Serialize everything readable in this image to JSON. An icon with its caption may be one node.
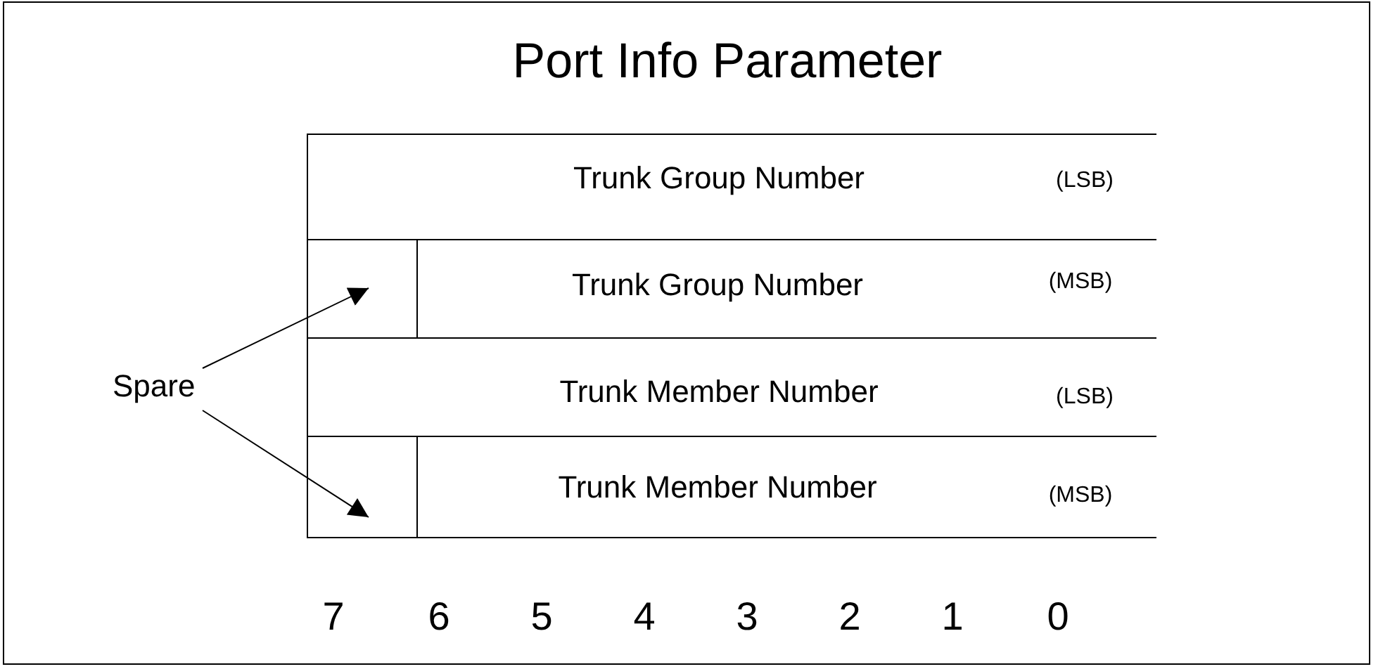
{
  "diagram": {
    "title": "Port Info Parameter",
    "nodes": [
      {
        "text": [
          "Trunk Group Number",
          "(LSB)"
        ]
      },
      {
        "text": [],
        "shape": "box"
      },
      {
        "text": [
          "Trunk Group Number",
          "(MSB)"
        ]
      },
      {
        "text": [
          "Spare"
        ]
      },
      {
        "text": [
          "Trunk Member Number",
          "(LSB)"
        ]
      },
      {
        "text": [],
        "shape": "box"
      },
      {
        "text": [
          "Trunk Member Number",
          "(MSB)"
        ]
      }
    ],
    "edges": [
      {
        "from": 3,
        "to": 1,
        "arrow": "to"
      },
      {
        "from": 3,
        "to": 5,
        "arrow": "to"
      }
    ],
    "labels": [
      "7",
      "6",
      "5",
      "4",
      "3",
      "2",
      "1",
      "0"
    ]
  }
}
